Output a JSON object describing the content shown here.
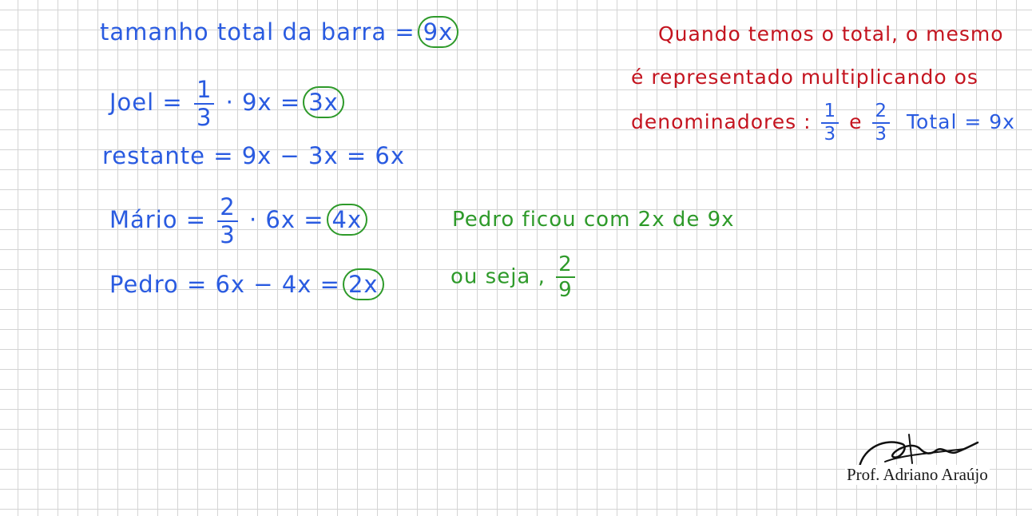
{
  "blue_notes": {
    "line1_text": "tamanho total da barra =",
    "line1_circled": "9x",
    "line2_label": "Joel =",
    "line2_frac_num": "1",
    "line2_frac_den": "3",
    "line2_mid": "· 9x =",
    "line2_circled": "3x",
    "line3_text": "restante = 9x − 3x = 6x",
    "line4_label": "Mário =",
    "line4_frac_num": "2",
    "line4_frac_den": "3",
    "line4_mid": "· 6x =",
    "line4_circled": "4x",
    "line5_text": "Pedro = 6x − 4x =",
    "line5_circled": "2x"
  },
  "red_notes": {
    "line1": "Quando temos o total, o mesmo",
    "line2": "é representado multiplicando os",
    "line3_prefix": "denominadores :",
    "frac1_num": "1",
    "frac1_den": "3",
    "connector": "e",
    "frac2_num": "2",
    "frac2_den": "3",
    "total_text": "Total = 9x"
  },
  "green_notes": {
    "line1": "Pedro ficou com 2x de 9x",
    "line2_prefix": "ou seja ,",
    "frac_num": "2",
    "frac_den": "9"
  },
  "colors": {
    "blue_ink": "#2a5be0",
    "red_ink": "#c4141f",
    "green_ink": "#2e9a2a",
    "grid": "#d4d4d4"
  },
  "signature": {
    "name": "Prof. Adriano Araújo"
  }
}
